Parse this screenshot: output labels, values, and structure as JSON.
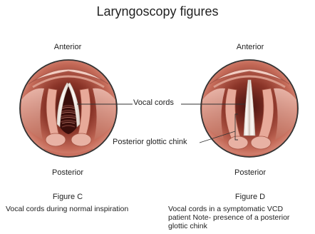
{
  "title": "Laryngoscopy figures",
  "left": {
    "top_label": "Anterior",
    "bottom_label": "Posterior",
    "figure_label": "Figure C",
    "caption": "Vocal cords during normal inspiration"
  },
  "right": {
    "top_label": "Anterior",
    "bottom_label": "Posterior",
    "figure_label": "Figure D",
    "caption_lines": [
      "Vocal cords in a symptomatic VCD",
      "patient Note- presence of a posterior",
      "glottic chink"
    ]
  },
  "callouts": {
    "vocal_cords": "Vocal cords",
    "posterior_glottic_chink": "Posterior glottic chink"
  },
  "colors": {
    "tissue_dark": "#7a2a22",
    "tissue_mid": "#b85a4a",
    "tissue_light": "#e9b3a5",
    "cord_white": "#f2ece6"
  }
}
